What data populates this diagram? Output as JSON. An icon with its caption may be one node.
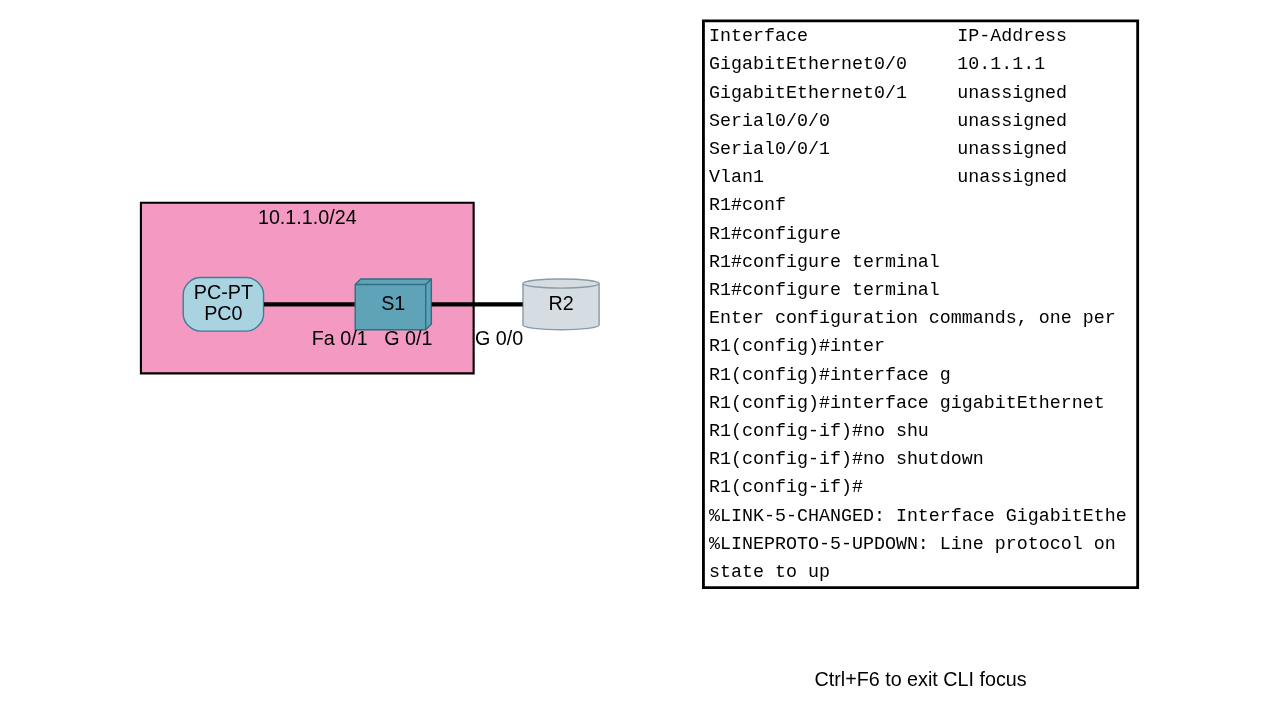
{
  "diagram": {
    "nodes": [
      {
        "text": [
          "10.1.1.0/24"
        ]
      },
      {
        "text": [
          "PC-PT",
          "PC0"
        ],
        "in": 0
      },
      {
        "text": [
          "S1"
        ],
        "in": 0,
        "beside": [
          "Fa 0/1",
          "G 0/1"
        ]
      },
      {
        "text": [
          "R2"
        ],
        "beside": [
          "G 0/0"
        ]
      }
    ],
    "edges": [
      {
        "from": 1,
        "to": 2,
        "arrow": "none"
      },
      {
        "from": 2,
        "to": 3,
        "arrow": "none"
      }
    ],
    "labels": [
      "Interface",
      "IP-Address",
      "GigabitEthernet0/0",
      "10.1.1.1",
      "GigabitEthernet0/1",
      "unassigned",
      "Serial0/0/0",
      "unassigned",
      "Serial0/0/1",
      "unassigned",
      "Vlan1",
      "unassigned",
      "R1#conf",
      "R1#configure",
      "R1#configure terminal",
      "R1#configure terminal",
      "Enter configuration commands, one per",
      "R1(config)#inter",
      "R1(config)#interface g",
      "R1(config)#interface gigabitEthernet",
      "R1(config-if)#no shu",
      "R1(config-if)#no shutdown",
      "R1(config-if)#",
      "%LINK-5-CHANGED: Interface GigabitEthe",
      "%LINEPROTO-5-UPDOWN: Line protocol on",
      "state to up",
      "Ctrl+F6 to exit CLI focus"
    ]
  }
}
